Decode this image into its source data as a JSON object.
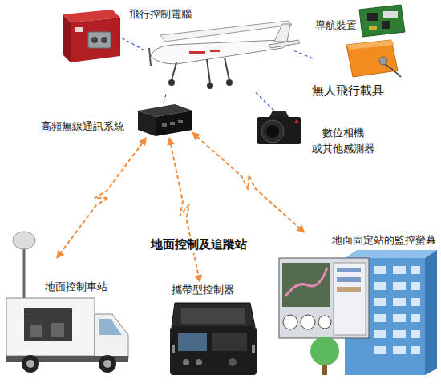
{
  "diagram": {
    "nodes": [
      {
        "text": [
          "飛行控制電腦"
        ]
      },
      {
        "text": [
          "導航裝置"
        ]
      },
      {
        "text": [
          "無人飛行載具"
        ]
      },
      {
        "text": [
          "高頻無線通訊系統"
        ]
      },
      {
        "text": [
          "數位相機 或其他感測器"
        ]
      },
      {
        "text": [
          "地面控制車站"
        ]
      },
      {
        "text": [
          "攜帶型控制器"
        ]
      },
      {
        "text": [
          "地面固定站的監控螢幕"
        ]
      }
    ],
    "edges": [
      {
        "from": 0,
        "to": 2,
        "arrow": "none"
      },
      {
        "from": 1,
        "to": 2,
        "arrow": "none"
      },
      {
        "from": 3,
        "to": 2,
        "arrow": "none"
      },
      {
        "from": 4,
        "to": 2,
        "arrow": "none"
      },
      {
        "from": 3,
        "to": 5,
        "arrow": "both"
      },
      {
        "from": 3,
        "to": 6,
        "arrow": "both"
      },
      {
        "from": 3,
        "to": 7,
        "arrow": "both"
      }
    ],
    "labels": [
      "地面控制及追蹤站"
    ]
  }
}
